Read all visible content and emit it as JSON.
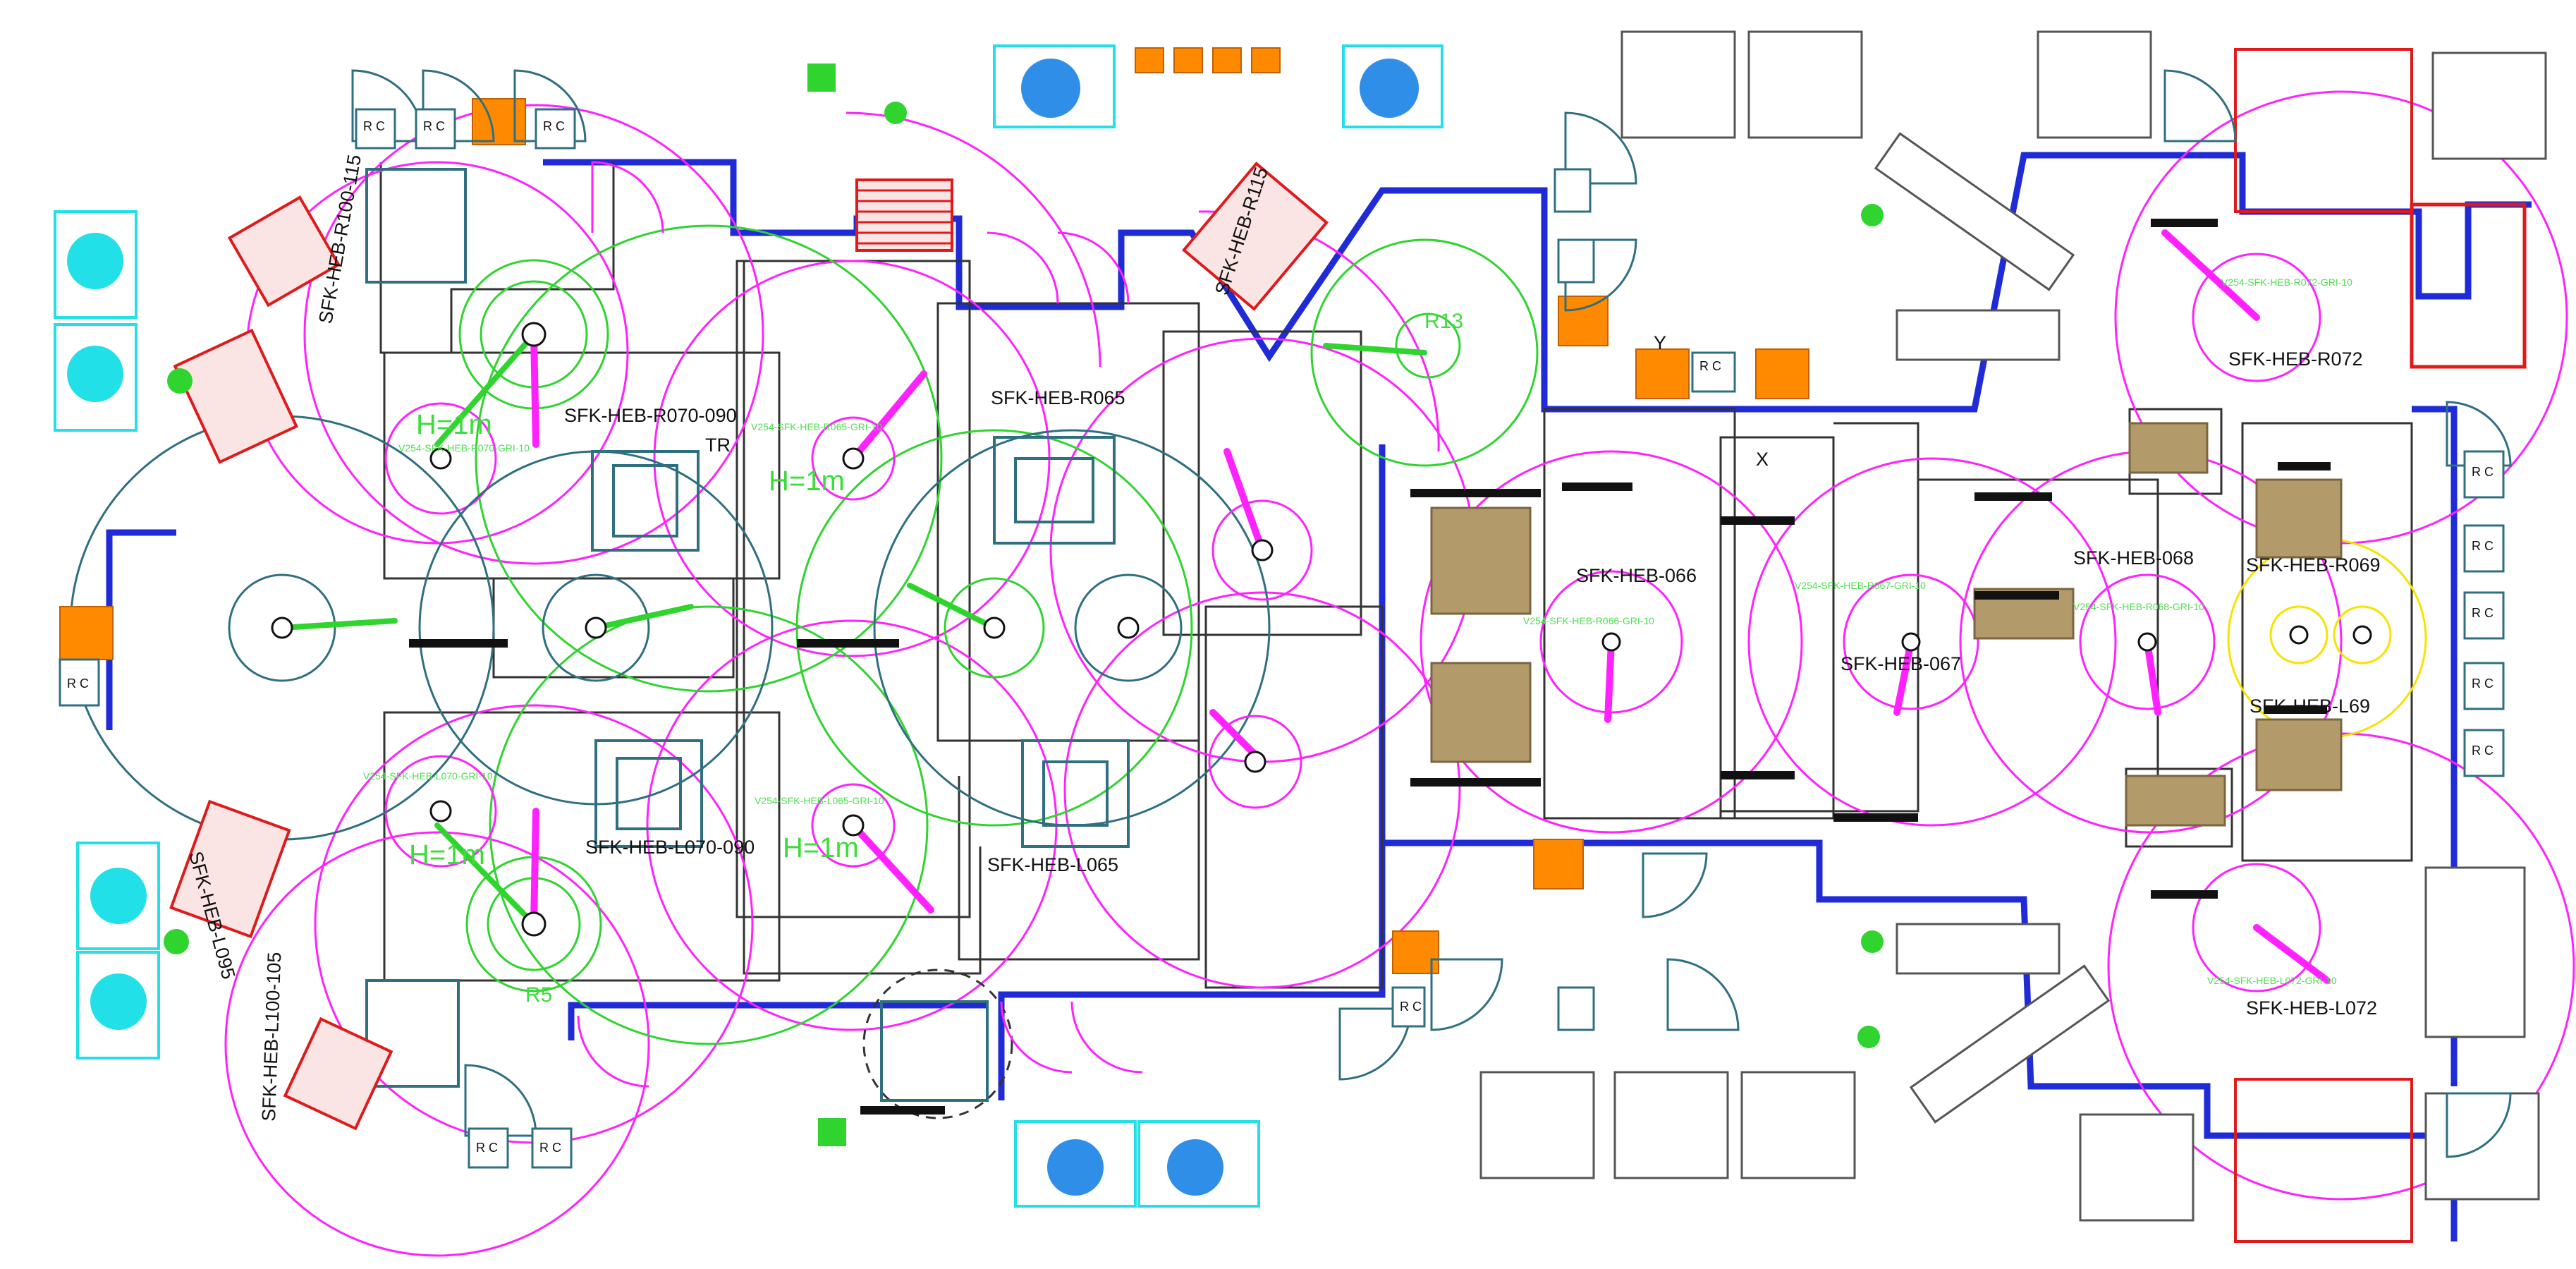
{
  "labels": {
    "r070_090": "SFK-HEB-R070-090",
    "tr": "TR",
    "l070_090": "SFK-HEB-L070-090",
    "r065": "SFK-HEB-R065",
    "l065": "SFK-HEB-L065",
    "r100_115": "SFK-HEB-R100-115",
    "r115": "SFK-HEB-R115",
    "l095": "SFK-HEB-L095",
    "l100_105": "SFK-HEB-L100-105",
    "r066": "SFK-HEB-066",
    "r067": "SFK-HEB-067",
    "r068": "SFK-HEB-068",
    "r069": "SFK-HEB-R069",
    "l69": "SFK-HEB-L69",
    "r072": "SFK-HEB-R072",
    "l072": "SFK-HEB-L072",
    "r13": "R13",
    "r5": "R5",
    "h1": "H=1m",
    "h2": "H=1m",
    "h3": "H=1m",
    "h4": "H=1m",
    "v254_a": "V254-SFK-HEB-R070-GRI-10",
    "v254_b": "V254-SFK-HEB-L070-GRI-10",
    "v254_c": "V254-SFK-HEB-R065-GRI-10",
    "v254_d": "V254-SFK-HEB-L065-GRI-10",
    "v254_e": "V254-SFK-HEB-R066-GRI-10",
    "v254_f": "V254-SFK-HEB-R067-GRI-10",
    "v254_g": "V254-SFK-HEB-R068-GRI-10",
    "v254_h": "V254-SFK-HEB-R072-GRI-10",
    "v254_i": "V254-SFK-HEB-L072-GRI-10",
    "rc": "R C",
    "x_mark": "X",
    "y_mark": "Y"
  },
  "colors": {
    "wall": "#1f2bd6",
    "magenta": "#ff22ff",
    "green": "#2fd42f",
    "teal": "#2f6f80",
    "cyan": "#22e0e8",
    "orange": "#ff8a00",
    "red": "#e01a1a",
    "gray": "#555555",
    "black": "#111111",
    "tan": "#a89060",
    "yellow": "#f4e400"
  }
}
